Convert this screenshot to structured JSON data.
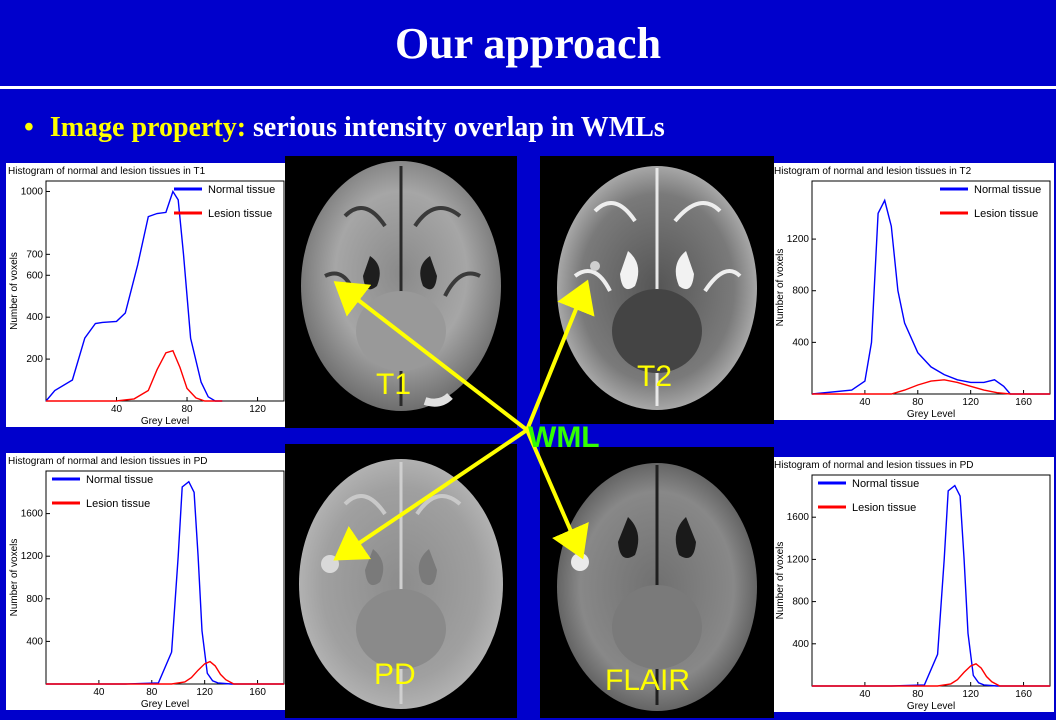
{
  "slide": {
    "title": "Our approach",
    "bullet_key": "Image property:",
    "bullet_rest": " serious intensity overlap in WMLs"
  },
  "labels": {
    "t1": "T1",
    "t2": "T2",
    "pd": "PD",
    "flair": "FLAIR",
    "wml": "WML"
  },
  "colors": {
    "background": "#0000cc",
    "accent": "#ffff00",
    "normal_tissue": "#0000ff",
    "lesion_tissue": "#ff0000",
    "wml_label": "#33ff00"
  },
  "chart_data": [
    {
      "type": "line",
      "id": "t1",
      "title": "Histogram of normal and lesion tissues in T1",
      "xlabel": "Grey Level",
      "ylabel": "Number of voxels",
      "xlim": [
        0,
        135
      ],
      "ylim": [
        0,
        1050
      ],
      "xticks": [
        40,
        80,
        120
      ],
      "yticks": [
        200,
        400,
        600,
        700,
        1000
      ],
      "legend": [
        "Normal tissue",
        "Lesion tissue"
      ],
      "legend_position": "top-right",
      "series": [
        {
          "name": "Normal tissue",
          "x": [
            0,
            5,
            15,
            22,
            28,
            32,
            40,
            45,
            52,
            58,
            63,
            68,
            72,
            75,
            78,
            82,
            88,
            92,
            96,
            100
          ],
          "y": [
            0,
            50,
            100,
            300,
            370,
            375,
            380,
            420,
            650,
            880,
            895,
            900,
            1000,
            960,
            700,
            300,
            90,
            20,
            0,
            0
          ]
        },
        {
          "name": "Lesion tissue",
          "x": [
            0,
            40,
            50,
            58,
            63,
            68,
            72,
            76,
            80,
            85,
            90,
            100
          ],
          "y": [
            0,
            0,
            10,
            50,
            150,
            230,
            240,
            160,
            60,
            15,
            0,
            0
          ]
        }
      ]
    },
    {
      "type": "line",
      "id": "t2",
      "title": "Histogram of normal and lesion tissues in T2",
      "xlabel": "Grey Level",
      "ylabel": "Number of voxels",
      "xlim": [
        0,
        180
      ],
      "ylim": [
        0,
        1650
      ],
      "xticks": [
        40,
        80,
        120,
        160
      ],
      "yticks": [
        400,
        800,
        1200
      ],
      "legend": [
        "Normal tissue",
        "Lesion tissue"
      ],
      "legend_position": "top-right",
      "series": [
        {
          "name": "Normal tissue",
          "x": [
            0,
            30,
            40,
            45,
            50,
            55,
            60,
            65,
            70,
            80,
            90,
            100,
            110,
            120,
            130,
            138,
            145,
            150,
            160,
            180
          ],
          "y": [
            0,
            30,
            100,
            400,
            1400,
            1500,
            1300,
            800,
            550,
            320,
            210,
            150,
            110,
            90,
            90,
            110,
            60,
            0,
            0,
            0
          ]
        },
        {
          "name": "Lesion tissue",
          "x": [
            0,
            60,
            70,
            80,
            90,
            100,
            110,
            120,
            130,
            140,
            150,
            180
          ],
          "y": [
            0,
            0,
            30,
            70,
            100,
            110,
            90,
            60,
            30,
            10,
            0,
            0
          ]
        }
      ]
    },
    {
      "type": "line",
      "id": "pd",
      "title": "Histogram of normal and lesion tissues in PD",
      "xlabel": "Grey Level",
      "ylabel": "Number of voxels",
      "xlim": [
        0,
        180
      ],
      "ylim": [
        0,
        2000
      ],
      "xticks": [
        40,
        80,
        120,
        160
      ],
      "yticks": [
        400,
        800,
        1200,
        1600
      ],
      "legend": [
        "Normal tissue",
        "Lesion tissue"
      ],
      "legend_position": "top-left",
      "series": [
        {
          "name": "Normal tissue",
          "x": [
            0,
            60,
            85,
            95,
            100,
            103,
            108,
            112,
            115,
            118,
            122,
            126,
            130,
            140,
            180
          ],
          "y": [
            0,
            0,
            10,
            300,
            1200,
            1850,
            1900,
            1800,
            1200,
            500,
            100,
            30,
            10,
            0,
            0
          ]
        },
        {
          "name": "Lesion tissue",
          "x": [
            0,
            95,
            105,
            110,
            115,
            120,
            124,
            128,
            132,
            136,
            142,
            180
          ],
          "y": [
            0,
            0,
            20,
            60,
            130,
            190,
            210,
            170,
            90,
            40,
            0,
            0
          ]
        }
      ]
    },
    {
      "type": "line",
      "id": "flair",
      "title": "Histogram of normal and lesion tissues in PD",
      "xlabel": "Grey Level",
      "ylabel": "Number of voxels",
      "xlim": [
        0,
        180
      ],
      "ylim": [
        0,
        2000
      ],
      "xticks": [
        40,
        80,
        120,
        160
      ],
      "yticks": [
        400,
        800,
        1200,
        1600
      ],
      "legend": [
        "Normal tissue",
        "Lesion tissue"
      ],
      "legend_position": "top-left",
      "series": [
        {
          "name": "Normal tissue",
          "x": [
            0,
            60,
            85,
            95,
            100,
            103,
            108,
            112,
            115,
            118,
            122,
            126,
            130,
            140,
            180
          ],
          "y": [
            0,
            0,
            10,
            300,
            1200,
            1850,
            1900,
            1800,
            1200,
            500,
            100,
            30,
            10,
            0,
            0
          ]
        },
        {
          "name": "Lesion tissue",
          "x": [
            0,
            95,
            105,
            110,
            115,
            120,
            124,
            128,
            132,
            136,
            142,
            180
          ],
          "y": [
            0,
            0,
            20,
            60,
            130,
            190,
            210,
            170,
            90,
            40,
            0,
            0
          ]
        }
      ]
    }
  ]
}
